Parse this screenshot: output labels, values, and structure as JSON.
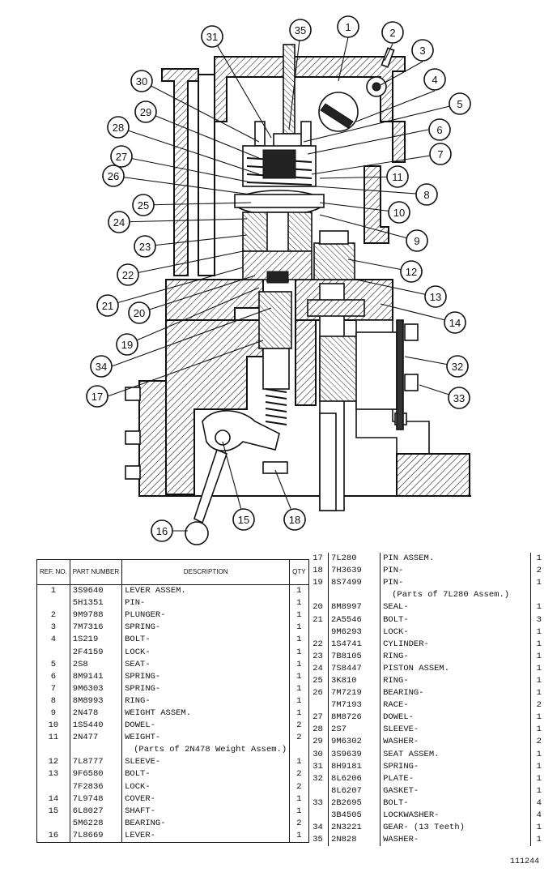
{
  "callouts": [
    "1",
    "2",
    "3",
    "4",
    "5",
    "6",
    "7",
    "8",
    "9",
    "10",
    "11",
    "12",
    "13",
    "14",
    "15",
    "16",
    "17",
    "18",
    "19",
    "20",
    "21",
    "22",
    "23",
    "24",
    "25",
    "26",
    "27",
    "28",
    "29",
    "30",
    "31",
    "32",
    "33",
    "34",
    "35"
  ],
  "table_headers": {
    "ref": "REF. NO.",
    "part": "PART NUMBER",
    "desc": "DESCRIPTION",
    "qty": "QTY"
  },
  "left_rows": [
    {
      "ref": "1",
      "part": "3S9640",
      "desc": "LEVER ASSEM.",
      "qty": "1"
    },
    {
      "ref": "",
      "part": "5H1351",
      "desc": "PIN-",
      "qty": "1"
    },
    {
      "ref": "2",
      "part": "9M9788",
      "desc": "PLUNGER-",
      "qty": "1"
    },
    {
      "ref": "3",
      "part": "7M7316",
      "desc": "SPRING-",
      "qty": "1"
    },
    {
      "ref": "4",
      "part": "1S219",
      "desc": "BOLT-",
      "qty": "1"
    },
    {
      "ref": "",
      "part": "2F4159",
      "desc": "LOCK-",
      "qty": "1"
    },
    {
      "ref": "5",
      "part": "2S8",
      "desc": "SEAT-",
      "qty": "1"
    },
    {
      "ref": "6",
      "part": "8M9141",
      "desc": "SPRING-",
      "qty": "1"
    },
    {
      "ref": "7",
      "part": "9M6303",
      "desc": "SPRING-",
      "qty": "1"
    },
    {
      "ref": "8",
      "part": "8M8993",
      "desc": "RING-",
      "qty": "1"
    },
    {
      "ref": "9",
      "part": "2N478",
      "desc": "WEIGHT ASSEM.",
      "qty": "1"
    },
    {
      "ref": "10",
      "part": "1S5440",
      "desc": "DOWEL-",
      "qty": "2"
    },
    {
      "ref": "11",
      "part": "2N477",
      "desc": "WEIGHT-",
      "qty": "2"
    },
    {
      "ref": "",
      "part": "",
      "desc": "(Parts of 2N478  Weight Assem.)",
      "qty": ""
    },
    {
      "ref": "12",
      "part": "7L8777",
      "desc": "SLEEVE-",
      "qty": "1"
    },
    {
      "ref": "13",
      "part": "9F6580",
      "desc": "BOLT-",
      "qty": "2"
    },
    {
      "ref": "",
      "part": "7F2836",
      "desc": "LOCK-",
      "qty": "2"
    },
    {
      "ref": "14",
      "part": "7L9748",
      "desc": "COVER-",
      "qty": "1"
    },
    {
      "ref": "15",
      "part": "6L8027",
      "desc": "SHAFT-",
      "qty": "1"
    },
    {
      "ref": "",
      "part": "5M6228",
      "desc": "BEARING-",
      "qty": "2"
    },
    {
      "ref": "16",
      "part": "7L8669",
      "desc": "LEVER-",
      "qty": "1"
    }
  ],
  "right_rows": [
    {
      "ref": "17",
      "part": "7L280",
      "desc": "PIN ASSEM.",
      "qty": "1"
    },
    {
      "ref": "18",
      "part": "7H3639",
      "desc": "PIN-",
      "qty": "2"
    },
    {
      "ref": "19",
      "part": "8S7499",
      "desc": "PIN-",
      "qty": "1"
    },
    {
      "ref": "",
      "part": "",
      "desc": "(Parts of 7L280 Assem.)",
      "qty": ""
    },
    {
      "ref": "20",
      "part": "8M8997",
      "desc": "SEAL-",
      "qty": "1"
    },
    {
      "ref": "21",
      "part": "2A5546",
      "desc": "BOLT-",
      "qty": "3"
    },
    {
      "ref": "",
      "part": "9M6293",
      "desc": "LOCK-",
      "qty": "1"
    },
    {
      "ref": "22",
      "part": "1S4741",
      "desc": "CYLINDER-",
      "qty": "1"
    },
    {
      "ref": "23",
      "part": "7B8105",
      "desc": "RING-",
      "qty": "1"
    },
    {
      "ref": "24",
      "part": "7S8447",
      "desc": "PISTON ASSEM.",
      "qty": "1"
    },
    {
      "ref": "25",
      "part": "3K810",
      "desc": "RING-",
      "qty": "1"
    },
    {
      "ref": "26",
      "part": "7M7219",
      "desc": "BEARING-",
      "qty": "1"
    },
    {
      "ref": "",
      "part": "7M7193",
      "desc": "RACE-",
      "qty": "2"
    },
    {
      "ref": "27",
      "part": "8M8726",
      "desc": "DOWEL-",
      "qty": "1"
    },
    {
      "ref": "28",
      "part": "2S7",
      "desc": "SLEEVE-",
      "qty": "1"
    },
    {
      "ref": "29",
      "part": "9M6302",
      "desc": "WASHER-",
      "qty": "2"
    },
    {
      "ref": "30",
      "part": "3S9639",
      "desc": "SEAT ASSEM.",
      "qty": "1"
    },
    {
      "ref": "31",
      "part": "8H9181",
      "desc": "SPRING-",
      "qty": "1"
    },
    {
      "ref": "32",
      "part": "8L6206",
      "desc": "PLATE-",
      "qty": "1"
    },
    {
      "ref": "",
      "part": "8L6207",
      "desc": "GASKET-",
      "qty": "1"
    },
    {
      "ref": "33",
      "part": "2B2695",
      "desc": "BOLT-",
      "qty": "4"
    },
    {
      "ref": "",
      "part": "3B4505",
      "desc": "LOCKWASHER-",
      "qty": "4"
    },
    {
      "ref": "34",
      "part": "2N3221",
      "desc": "GEAR-       (13 Teeth)",
      "qty": "1"
    },
    {
      "ref": "35",
      "part": "2N828",
      "desc": "WASHER-",
      "qty": "1"
    }
  ],
  "figure_number": "111244"
}
